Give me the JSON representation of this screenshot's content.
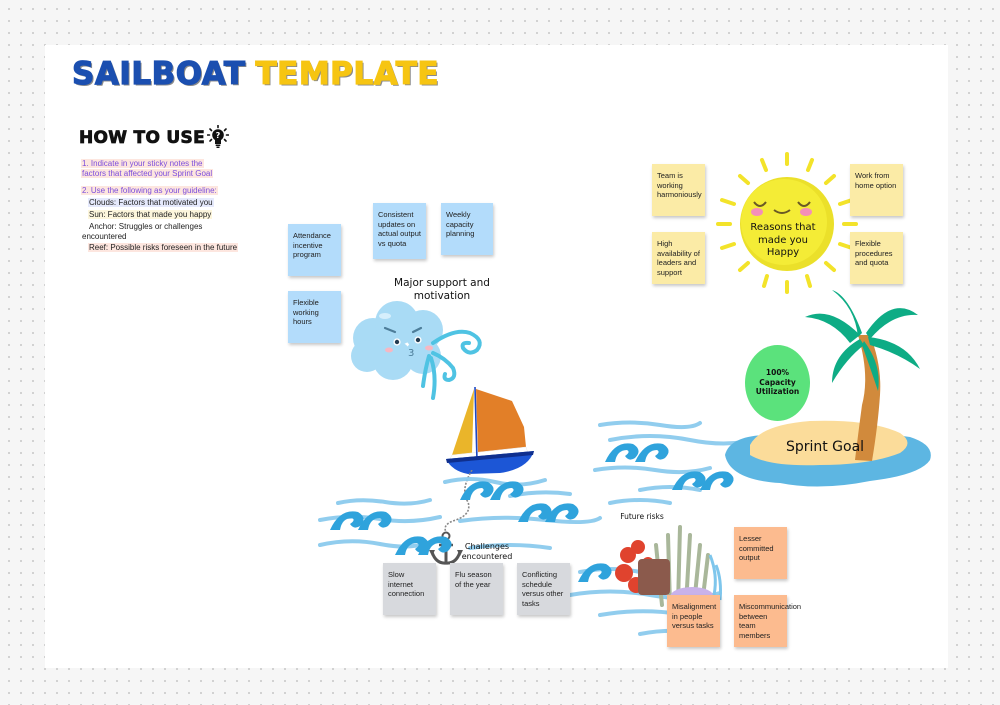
{
  "title": {
    "part1": "SAILBOAT",
    "part2": "TEMPLATE"
  },
  "how_to_use": {
    "heading": "HOW TO USE",
    "icon": "lightbulb-question-icon",
    "step1": [
      "1. Indicate in your sticky notes the",
      "factors that affected your Sprint Goal"
    ],
    "step2": "2. Use the following as your guideline:",
    "guides": {
      "clouds": "Clouds: Factors that motivated you",
      "sun": "Sun: Factors that made you happy",
      "anchor_1": "Anchor: Struggles or challenges",
      "anchor_2": "encountered",
      "reef": "Reef: Possible risks foreseen in the future"
    }
  },
  "colors": {
    "title_blue": "#1b4fb0",
    "title_yellow": "#f6c512",
    "sticky_blue": "#b3dcfb",
    "sticky_yellow": "#fbeba6",
    "sticky_gray": "#d7d9dd",
    "sticky_orange": "#fcbb8f",
    "goal_green": "#5be27c"
  },
  "clouds": {
    "label": "Major support and motivation",
    "label_line1": "Major support and",
    "label_line2": "motivation",
    "notes": [
      "Attendance incentive program",
      "Flexible working hours",
      "Consistent updates on actual output vs quota",
      "Weekly capacity planning"
    ]
  },
  "sun": {
    "label_line1": "Reasons that",
    "label_line2": "made you",
    "label_line3": "Happy",
    "notes": [
      "Team is working harmoniously",
      "High availability of leaders and support",
      "Work from home option",
      "Flexible procedures and quota"
    ]
  },
  "goal": {
    "badge_line1": "100%",
    "badge_line2": "Capacity",
    "badge_line3": "Utilization",
    "island_label": "Sprint Goal"
  },
  "anchor": {
    "label_line1": "Challenges",
    "label_line2": "encountered",
    "notes": [
      "Slow internet connection",
      "Flu season of the year",
      "Conflicting schedule versus other tasks"
    ]
  },
  "reef": {
    "label": "Future risks",
    "notes": [
      "Lesser committed output",
      "Misalignment in people versus tasks",
      "Miscommunication between team members"
    ]
  }
}
